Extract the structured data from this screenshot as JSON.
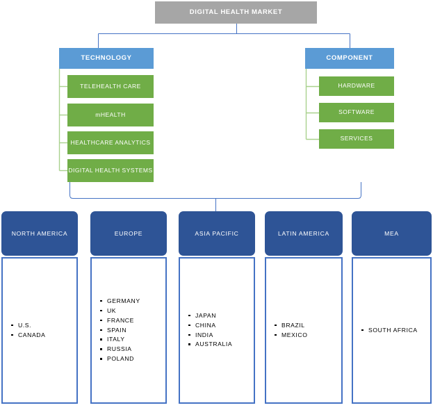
{
  "diagram": {
    "title": "DIGITAL HEALTH MARKET",
    "root_label": "DIGITAL HEALTH MARKET",
    "colors": {
      "root_fill": "#A6A6A6",
      "category_fill": "#5B9BD5",
      "leaf_fill": "#70AD47",
      "region_header_fill": "#2E5496",
      "region_box_border": "#4472C4",
      "blue_connector": "#4472C4",
      "green_connector": "#A9D18E",
      "text_on_fill": "#FFFFFF",
      "text_body": "#000000",
      "background": "#FFFFFF"
    },
    "categories": [
      {
        "label": "TECHNOLOGY",
        "items": [
          {
            "label": "TELEHEALTH CARE"
          },
          {
            "label": "mHEALTH"
          },
          {
            "label": "HEALTHCARE ANALYTICS"
          },
          {
            "label": "DIGITAL HEALTH SYSTEMS"
          }
        ]
      },
      {
        "label": "COMPONENT",
        "items": [
          {
            "label": "HARDWARE"
          },
          {
            "label": "SOFTWARE"
          },
          {
            "label": "SERVICES"
          }
        ]
      }
    ],
    "regions": [
      {
        "label": "NORTH AMERICA",
        "countries": [
          "U.S.",
          "CANADA"
        ]
      },
      {
        "label": "EUROPE",
        "countries": [
          "GERMANY",
          "UK",
          "FRANCE",
          "SPAIN",
          "ITALY",
          "RUSSIA",
          "POLAND"
        ]
      },
      {
        "label": "ASIA PACIFIC",
        "countries": [
          "JAPAN",
          "CHINA",
          "INDIA",
          "AUSTRALIA"
        ]
      },
      {
        "label": "LATIN AMERICA",
        "countries": [
          "BRAZIL",
          "MEXICO"
        ]
      },
      {
        "label": "MEA",
        "countries": [
          "SOUTH AFRICA"
        ]
      }
    ]
  }
}
